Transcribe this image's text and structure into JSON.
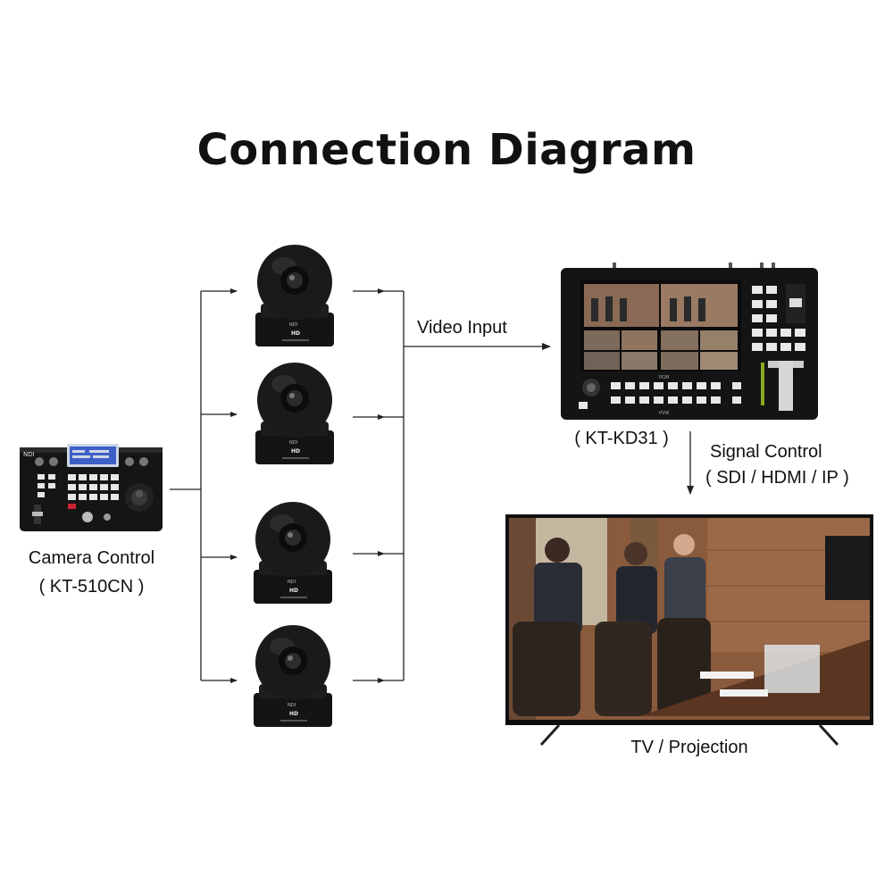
{
  "title": "Connection Diagram",
  "controller": {
    "name": "Camera Control",
    "model": "( KT-510CN )",
    "brand": "NDI"
  },
  "cameras": [
    {
      "badge": "NDI",
      "tag": "HD"
    },
    {
      "badge": "NDI",
      "tag": "HD"
    },
    {
      "badge": "NDI",
      "tag": "HD"
    },
    {
      "badge": "NDI",
      "tag": "HD"
    }
  ],
  "switcher": {
    "input_label": "Video Input",
    "model": "( KT-KD31 )",
    "panel_top": "PGM",
    "panel_bottom": "PVW"
  },
  "signal": {
    "label": "Signal Control",
    "formats": "( SDI / HDMI / IP )"
  },
  "display": {
    "label": "TV / Projection"
  },
  "colors": {
    "line": "#222222",
    "device_body": "#151515",
    "screen_wood": "#8a5a3c"
  }
}
